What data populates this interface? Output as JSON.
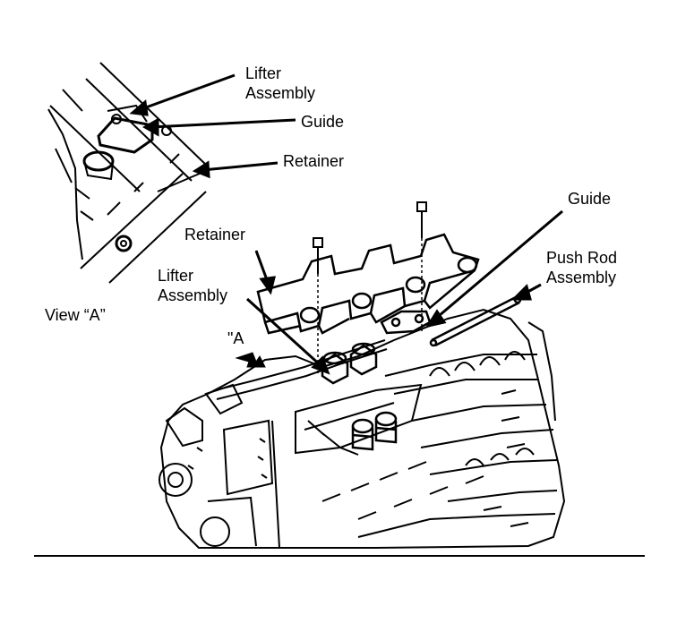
{
  "labels": {
    "lifter_assembly_top_line1": "Lifter",
    "lifter_assembly_top_line2": "Assembly",
    "guide_top": "Guide",
    "retainer_top": "Retainer",
    "view_a": "View “A”",
    "guide_right": "Guide",
    "push_rod_line1": "Push Rod",
    "push_rod_line2": "Assembly",
    "retainer_mid": "Retainer",
    "lifter_assembly_mid_line1": "Lifter",
    "lifter_assembly_mid_line2": "Assembly",
    "view_marker": "\"A"
  },
  "colors": {
    "ink": "#000000",
    "paper": "#ffffff"
  }
}
